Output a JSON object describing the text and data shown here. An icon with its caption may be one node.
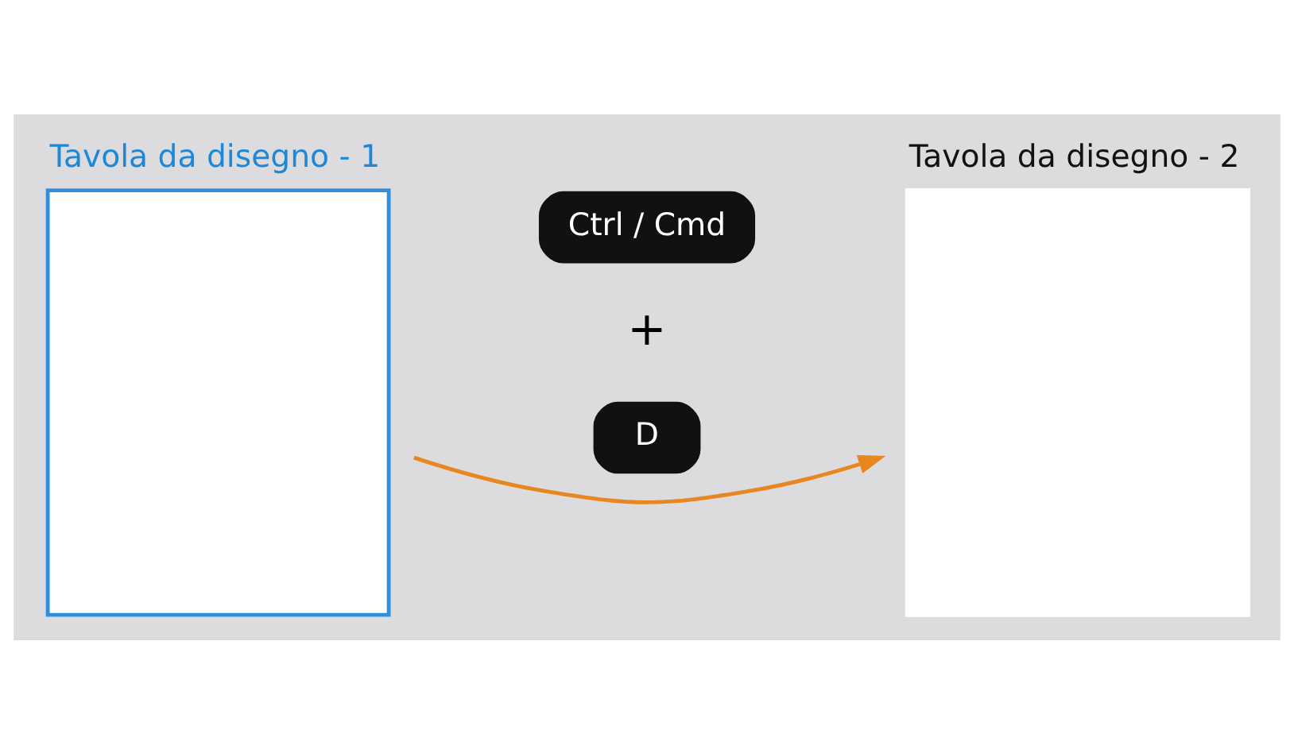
{
  "diagram": {
    "nodes": [
      {
        "text": [
          "Tavola da disegno - 1"
        ]
      },
      {
        "text": [
          "Ctrl / Cmd"
        ]
      },
      {
        "text": [
          "D"
        ]
      },
      {
        "text": [
          "Tavola da disegno - 2"
        ]
      }
    ],
    "edges": [
      {
        "from": 0,
        "to": 3,
        "arrow": "to",
        "color": "#e8861f"
      }
    ],
    "labels": [
      "+"
    ]
  }
}
